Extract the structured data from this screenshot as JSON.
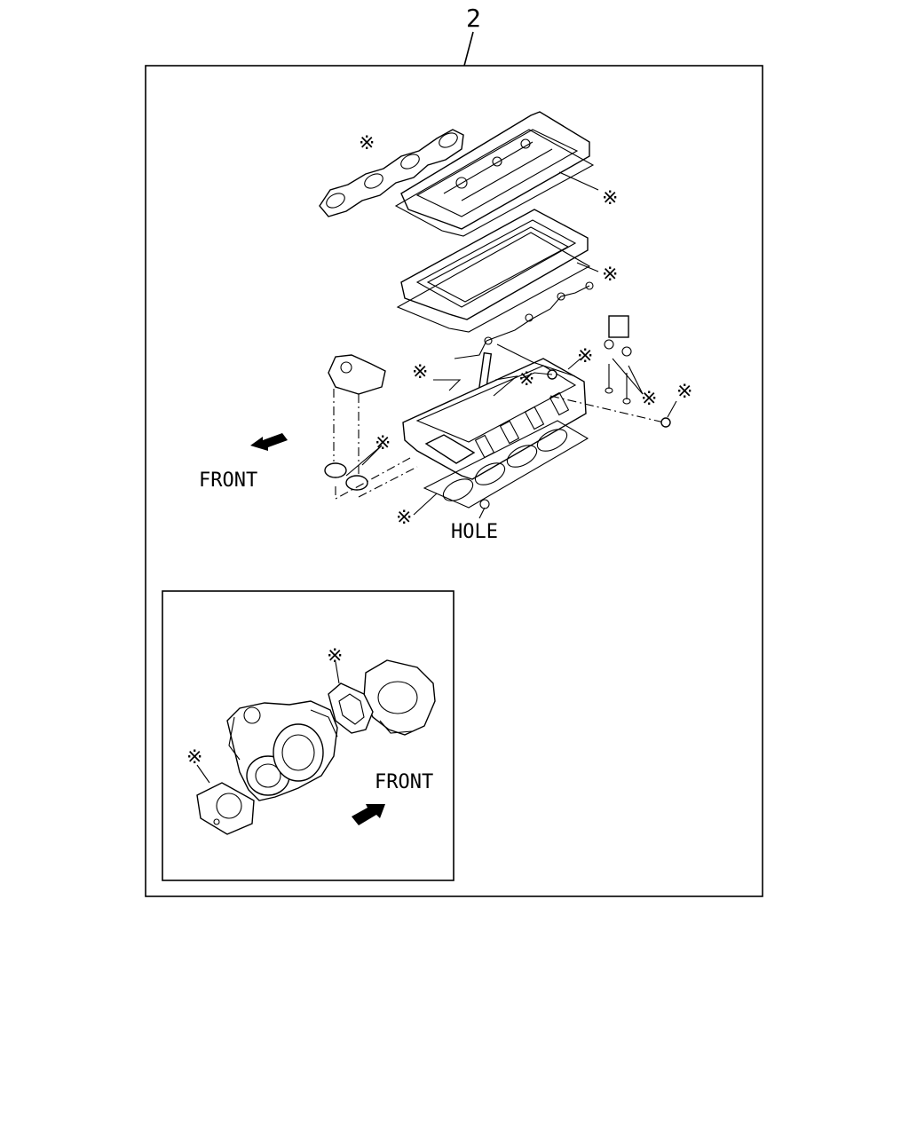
{
  "callout_number": "2",
  "labels": {
    "front_main": "FRONT",
    "hole": "HOLE",
    "front_inset": "FRONT"
  },
  "marker_symbol": "※"
}
